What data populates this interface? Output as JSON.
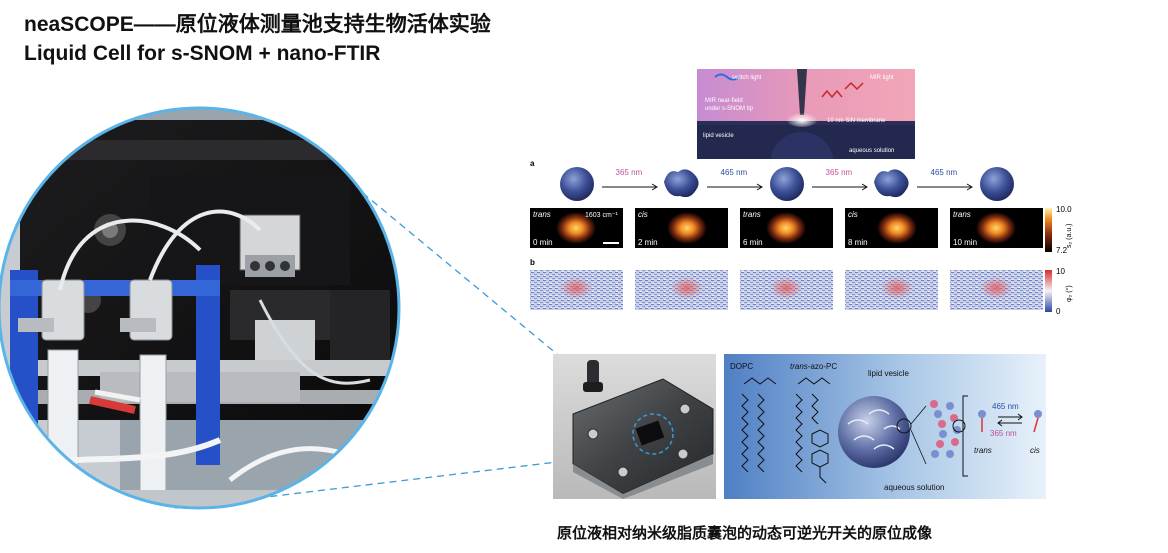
{
  "title_line1": "neaSCOPE——原位液体测量池支持生物活体实验",
  "title_line2": "Liquid Cell for s-SNOM + nano-FTIR",
  "caption": "原位液相对纳米级脂质囊泡的动态可逆光开关的原位成像",
  "schematic": {
    "switch_light": "switch light",
    "mir_light": "MIR light",
    "near_field": "MIR near-field",
    "under_tip": "under s-SNOM tip",
    "membrane": "10 nm SiN membrane",
    "lipid_vesicle": "lipid vesicle",
    "aqueous": "aqueous solution"
  },
  "sequence": {
    "panel_a": "a",
    "panel_b": "b",
    "wavelengths": [
      "365 nm",
      "465 nm",
      "365 nm",
      "465 nm"
    ],
    "frames": [
      {
        "state": "trans",
        "time": "0 min",
        "wn": "1603 cm⁻¹"
      },
      {
        "state": "cis",
        "time": "2 min"
      },
      {
        "state": "trans",
        "time": "6 min"
      },
      {
        "state": "cis",
        "time": "8 min"
      },
      {
        "state": "trans",
        "time": "10 min"
      }
    ],
    "s2_scale": {
      "max": "10.0",
      "min": "7.2",
      "label": "s₂ (a.u.)"
    },
    "phi_scale": {
      "max": "10",
      "min": "0",
      "label": "φ₂ (°)"
    }
  },
  "diagram": {
    "dopc": "DOPC",
    "trans_azo_prefix": "trans",
    "trans_azo_suffix": "-azo-PC",
    "lipid_vesicle": "lipid vesicle",
    "aqueous": "aqueous solution",
    "nm465": "465 nm",
    "nm365": "365 nm",
    "trans": "trans",
    "cis": "cis"
  },
  "colors": {
    "pink": "#c0509a",
    "blue_wl": "#2a4fa0",
    "guide_line": "#3a9bd5",
    "circle_border": "#5ab4e8"
  }
}
